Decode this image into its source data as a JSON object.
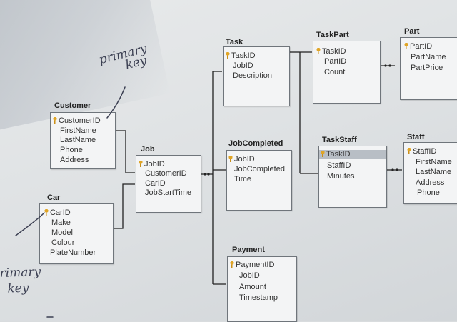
{
  "tables": {
    "customer": {
      "title": "Customer",
      "fields": [
        {
          "name": "CustomerID",
          "key": true
        },
        {
          "name": "FirstName",
          "key": false
        },
        {
          "name": "LastName",
          "key": false
        },
        {
          "name": "Phone",
          "key": false
        },
        {
          "name": "Address",
          "key": false
        }
      ]
    },
    "car": {
      "title": "Car",
      "fields": [
        {
          "name": "CarID",
          "key": true
        },
        {
          "name": "Make",
          "key": false
        },
        {
          "name": "Model",
          "key": false
        },
        {
          "name": "Colour",
          "key": false
        },
        {
          "name": "PlateNumber",
          "key": false
        }
      ]
    },
    "job": {
      "title": "Job",
      "fields": [
        {
          "name": "JobID",
          "key": true
        },
        {
          "name": "CustomerID",
          "key": false
        },
        {
          "name": "CarID",
          "key": false
        },
        {
          "name": "JobStartTime",
          "key": false
        }
      ]
    },
    "task": {
      "title": "Task",
      "fields": [
        {
          "name": "TaskID",
          "key": true
        },
        {
          "name": "JobID",
          "key": false
        },
        {
          "name": "Description",
          "key": false
        }
      ]
    },
    "jobcompleted": {
      "title": "JobCompleted",
      "fields": [
        {
          "name": "JobID",
          "key": true
        },
        {
          "name": "JobCompleted",
          "key": false
        },
        {
          "name": "Time",
          "key": false
        }
      ]
    },
    "payment": {
      "title": "Payment",
      "fields": [
        {
          "name": "PaymentID",
          "key": true
        },
        {
          "name": "JobID",
          "key": false
        },
        {
          "name": "Amount",
          "key": false
        },
        {
          "name": "Timestamp",
          "key": false
        }
      ]
    },
    "taskpart": {
      "title": "TaskPart",
      "fields": [
        {
          "name": "TaskID",
          "key": true
        },
        {
          "name": "PartID",
          "key": false
        },
        {
          "name": "Count",
          "key": false
        }
      ]
    },
    "taskstaff": {
      "title": "TaskStaff",
      "fields": [
        {
          "name": "TaskID",
          "key": true,
          "selected": true
        },
        {
          "name": "StaffID",
          "key": false
        },
        {
          "name": "Minutes",
          "key": false
        }
      ]
    },
    "part": {
      "title": "Part",
      "fields": [
        {
          "name": "PartID",
          "key": true
        },
        {
          "name": "PartName",
          "key": false
        },
        {
          "name": "PartPrice",
          "key": false
        }
      ]
    },
    "staff": {
      "title": "Staff",
      "fields": [
        {
          "name": "StaffID",
          "key": true
        },
        {
          "name": "FirstName",
          "key": false
        },
        {
          "name": "LastName",
          "key": false
        },
        {
          "name": "Address",
          "key": false
        },
        {
          "name": "Phone",
          "key": false
        }
      ]
    }
  },
  "annotations": {
    "top": [
      "primary",
      "key"
    ],
    "bottom": [
      "rimary",
      "key"
    ]
  },
  "colors": {
    "key_icon": "#e0a526",
    "connector": "#222222",
    "ink": "#3b3f52"
  }
}
